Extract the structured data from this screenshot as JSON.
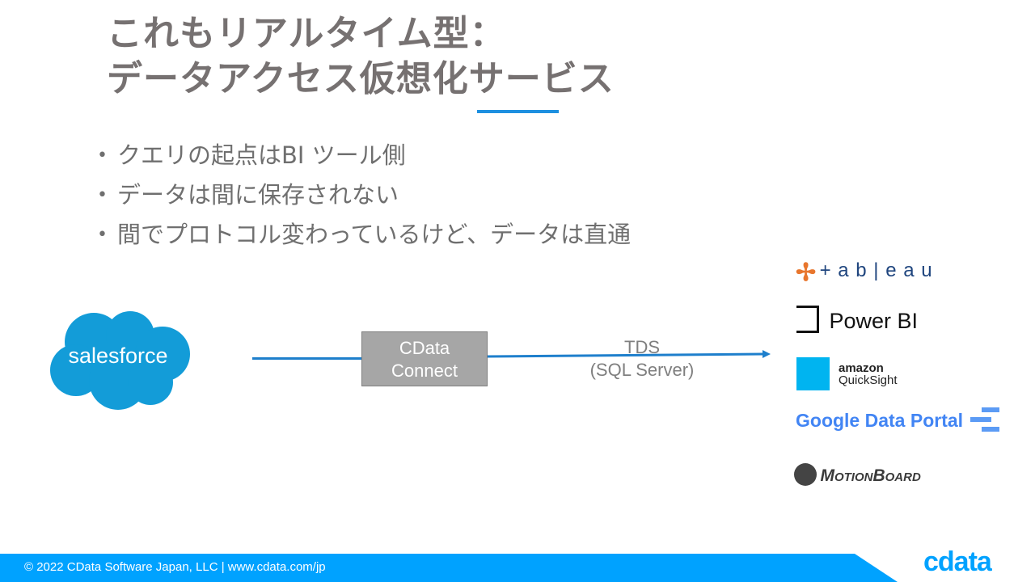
{
  "title": {
    "line1": "これもリアルタイム型：",
    "line2": "データアクセス仮想化サービス"
  },
  "bullets": [
    "クエリの起点はBI ツール側",
    "データは間に保存されない",
    "間でプロトコル変わっているけど、データは直通"
  ],
  "diagram": {
    "source": "salesforce",
    "middle_line1": "CData",
    "middle_line2": "Connect",
    "protocol_line1": "TDS",
    "protocol_line2": "(SQL Server)"
  },
  "targets": {
    "tableau": "+ a b | e a u",
    "powerbi": "Power BI",
    "quicksight_1": "amazon",
    "quicksight_2": "QuickSight",
    "google": "Google Data Portal",
    "motionboard": "MotionBoard"
  },
  "footer": {
    "text": "© 2022  CData Software Japan, LLC |  www.cdata.com/jp",
    "logo": "cdata"
  },
  "colors": {
    "accent": "#1e90e0",
    "footer": "#00a2ff",
    "salesforce": "#139cd8"
  }
}
